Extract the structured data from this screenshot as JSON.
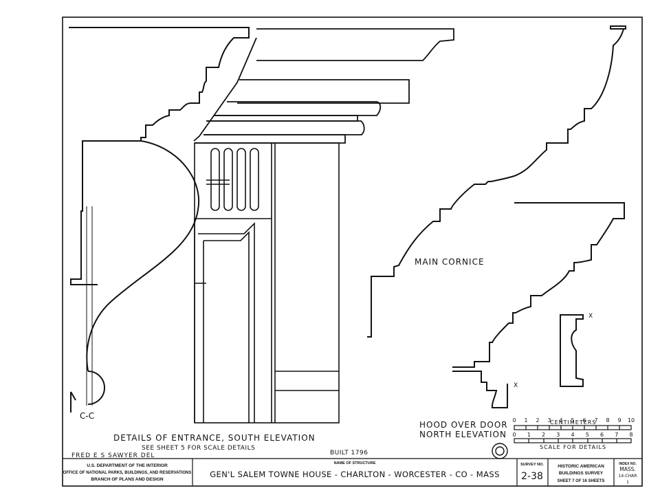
{
  "drawing": {
    "title_left": "DETAILS OF ENTRANCE, SOUTH ELEVATION",
    "subtitle_left": "SEE SHEET 5 FOR SCALE DETAILS",
    "label_main_cornice": "MAIN CORNICE",
    "label_hood_line1": "HOOD OVER DOOR",
    "label_hood_line2": "NORTH ELEVATION",
    "section_label": "C-C",
    "marker_x1": "X",
    "marker_x2": "X",
    "delineator": "FRED E S SAWYER DEL",
    "built": "BUILT 1796"
  },
  "scale": {
    "centimeters_label": "CENTIMETERS",
    "cm_ticks": [
      "0",
      "1",
      "2",
      "3",
      "4",
      "5",
      "6",
      "7",
      "8",
      "9",
      "10"
    ],
    "inch_ticks": [
      "0",
      "1",
      "2",
      "3",
      "4",
      "5",
      "6",
      "7",
      "8"
    ],
    "caption": "SCALE FOR DETAILS"
  },
  "title_block": {
    "agency_line1": "U.S. DEPARTMENT OF THE INTERIOR",
    "agency_line2": "OFFICE OF NATIONAL PARKS, BUILDINGS, AND RESERVATIONS",
    "agency_line3": "BRANCH OF PLANS AND DESIGN",
    "name_header": "NAME OF STRUCTURE",
    "structure_name": "GEN'L SALEM TOWNE HOUSE - CHARLTON - WORCESTER - CO - MASS",
    "survey_header": "SURVEY NO.",
    "survey_no": "2-38",
    "program_line1": "HISTORIC AMERICAN",
    "program_line2": "BUILDINGS SURVEY",
    "sheet_line": "SHEET 7 OF 16 SHEETS",
    "index_header": "INDEX NO.",
    "index_line1": "MASS.",
    "index_line2": "14-CHAR",
    "index_line3": "1"
  }
}
